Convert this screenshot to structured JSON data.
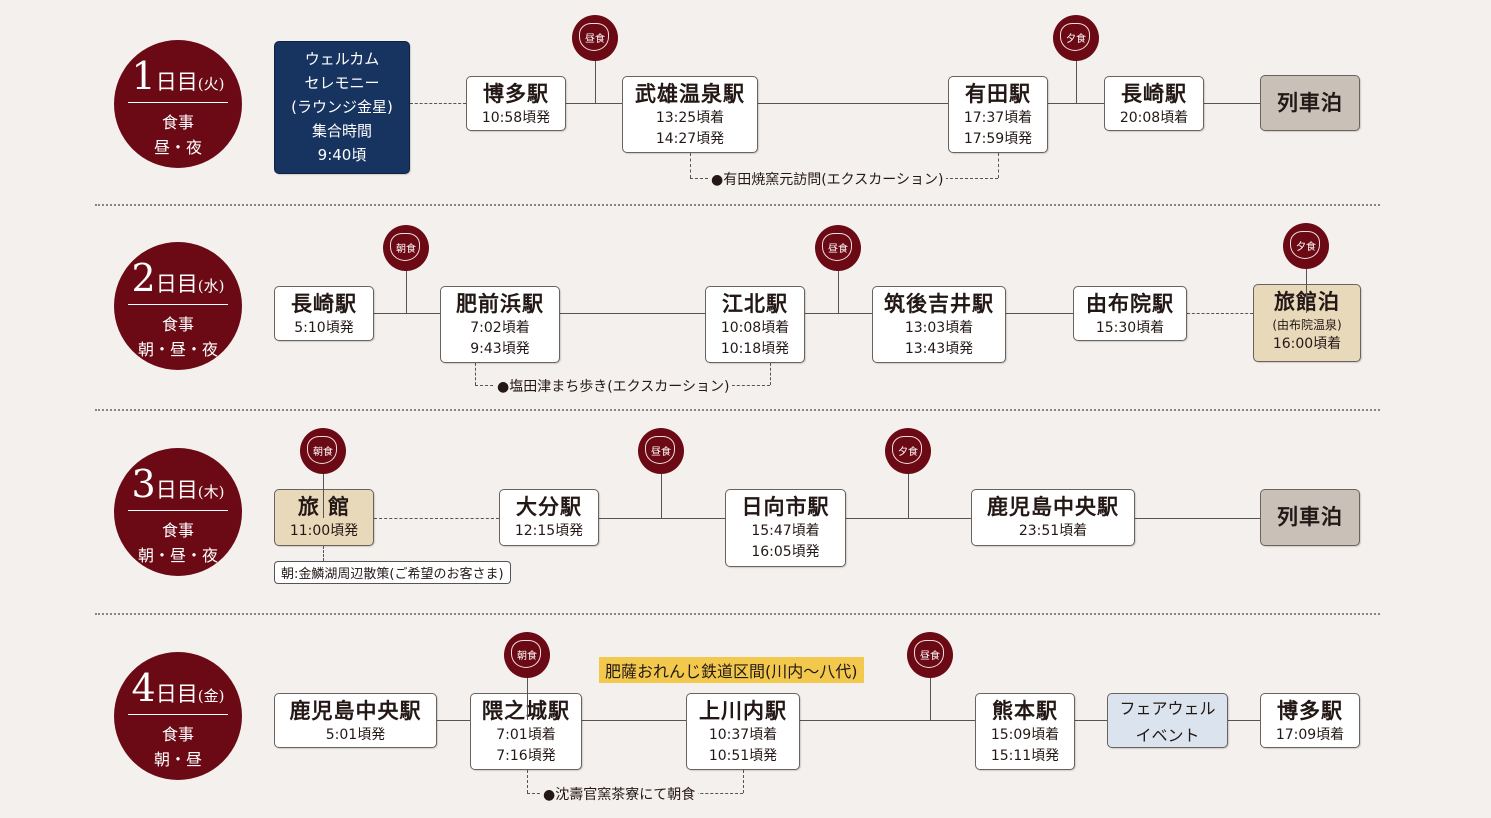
{
  "days": [
    {
      "num": "1",
      "unit": "日目",
      "weekday": "(火)",
      "meal_label": "食事",
      "meals": "昼・夜",
      "stops": [
        {
          "name": "",
          "times": [
            "ウェルカム",
            "セレモニー",
            "(ラウンジ金星)",
            "集合時間",
            "9:40頃"
          ],
          "style": "navy"
        },
        {
          "name": "博多駅",
          "times": [
            "10:58頃発"
          ]
        },
        {
          "name": "武雄温泉駅",
          "times": [
            "13:25頃着",
            "14:27頃発"
          ]
        },
        {
          "name": "有田駅",
          "times": [
            "17:37頃着",
            "17:59頃発"
          ]
        },
        {
          "name": "長崎駅",
          "times": [
            "20:08頃着"
          ]
        },
        {
          "name": "列車泊",
          "times": [],
          "style": "gray"
        }
      ],
      "meal_icons": [
        "昼食",
        "夕食"
      ],
      "excursion": "●有田焼窯元訪問(エクスカーション)"
    },
    {
      "num": "2",
      "unit": "日目",
      "weekday": "(水)",
      "meal_label": "食事",
      "meals": "朝・昼・夜",
      "stops": [
        {
          "name": "長崎駅",
          "times": [
            "5:10頃発"
          ]
        },
        {
          "name": "肥前浜駅",
          "times": [
            "7:02頃着",
            "9:43頃発"
          ]
        },
        {
          "name": "江北駅",
          "times": [
            "10:08頃着",
            "10:18頃発"
          ]
        },
        {
          "name": "筑後吉井駅",
          "times": [
            "13:03頃着",
            "13:43頃発"
          ]
        },
        {
          "name": "由布院駅",
          "times": [
            "15:30頃着"
          ]
        },
        {
          "name": "旅館泊",
          "sub": "(由布院温泉)",
          "times": [
            "16:00頃着"
          ],
          "style": "tan"
        }
      ],
      "meal_icons": [
        "朝食",
        "昼食",
        "夕食"
      ],
      "excursion": "●塩田津まち歩き(エクスカーション)"
    },
    {
      "num": "3",
      "unit": "日目",
      "weekday": "(木)",
      "meal_label": "食事",
      "meals": "朝・昼・夜",
      "stops": [
        {
          "name": "旅 館",
          "times": [
            "11:00頃発"
          ],
          "style": "tan"
        },
        {
          "name": "大分駅",
          "times": [
            "12:15頃発"
          ]
        },
        {
          "name": "日向市駅",
          "times": [
            "15:47頃着",
            "16:05頃発"
          ]
        },
        {
          "name": "鹿児島中央駅",
          "times": [
            "23:51頃着"
          ]
        },
        {
          "name": "列車泊",
          "times": [],
          "style": "gray"
        }
      ],
      "meal_icons": [
        "朝食",
        "昼食",
        "夕食"
      ],
      "note": "朝:金鱗湖周辺散策(ご希望のお客さま)"
    },
    {
      "num": "4",
      "unit": "日目",
      "weekday": "(金)",
      "meal_label": "食事",
      "meals": "朝・昼",
      "stops": [
        {
          "name": "鹿児島中央駅",
          "times": [
            "5:01頃発"
          ]
        },
        {
          "name": "隈之城駅",
          "times": [
            "7:01頃着",
            "7:16頃発"
          ]
        },
        {
          "name": "上川内駅",
          "times": [
            "10:37頃着",
            "10:51頃発"
          ]
        },
        {
          "name": "熊本駅",
          "times": [
            "15:09頃着",
            "15:11頃発"
          ]
        },
        {
          "name": "",
          "times": [
            "フェアウェル",
            "イベント"
          ],
          "style": "blue"
        },
        {
          "name": "博多駅",
          "times": [
            "17:09頃着"
          ]
        }
      ],
      "meal_icons": [
        "朝食",
        "昼食"
      ],
      "section_label": "肥薩おれんじ鉄道区間(川内〜八代)",
      "excursion": "●沈壽官窯茶寮にて朝食"
    }
  ],
  "colors": {
    "day_circle": "#6b0a14",
    "welcome": "#17335f",
    "ryokan": "#e9d9bb",
    "overnight": "#c9c0b8",
    "farewell": "#dbe4ee",
    "section": "#f2c94c"
  }
}
